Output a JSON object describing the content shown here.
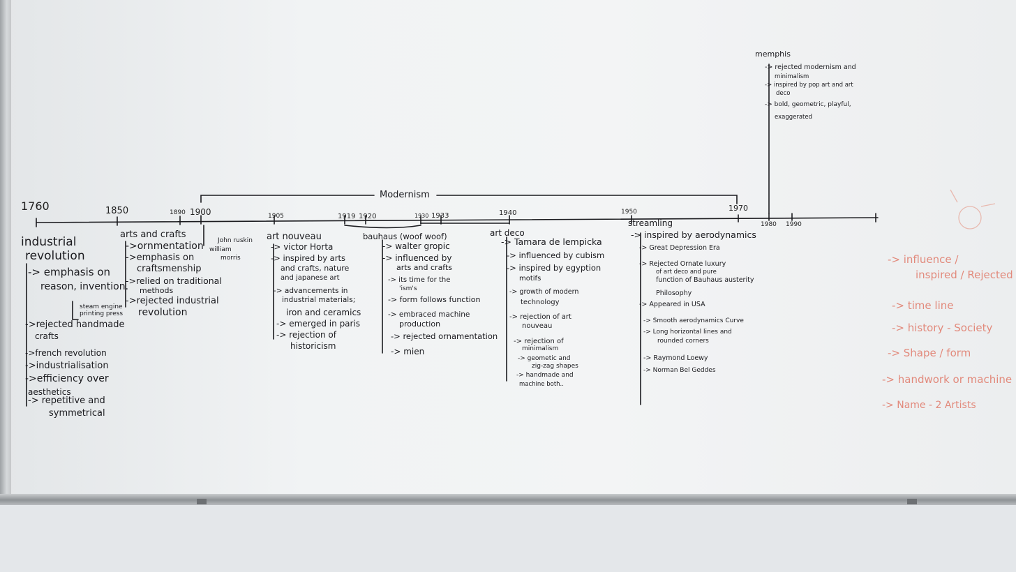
{
  "timeline": {
    "years": {
      "y1760": "1760",
      "y1850": "1850",
      "y1890": "1890",
      "y1900": "1900",
      "y1905": "1905",
      "y1919": "1919",
      "y1920": "1920",
      "y1930": "1930",
      "y1933": "1933",
      "y1940": "1940",
      "y1950": "1950",
      "y1970": "1970",
      "y1980": "1980",
      "y1990": "1990"
    },
    "modernism_label": "Modernism"
  },
  "industrial": {
    "title_1": "industrial",
    "title_2": "revolution",
    "items": [
      "-> emphasis on",
      "reason, invention.",
      "steam engine",
      "printing press",
      "->rejected handmade",
      "crafts",
      "->french revolution",
      "->industrialisation",
      "->efficiency over",
      "aesthetics",
      "-> repetitive and",
      "symmetrical"
    ]
  },
  "arts_crafts": {
    "title": "arts and crafts",
    "items": [
      "->ornmentation",
      "->emphasis on",
      "craftsmenship",
      "->relied on traditional",
      "methods",
      "->rejected industrial",
      "revolution"
    ],
    "people": [
      "John ruskin",
      "william",
      "morris"
    ]
  },
  "art_nouveau": {
    "title": "art nouveau",
    "items": [
      "-> victor Horta",
      "-> inspired by arts",
      "and crafts, nature",
      "and japanese art",
      "-> advancements in",
      "industrial materials;",
      "iron and ceramics",
      "-> emerged in paris",
      "-> rejection of",
      "historicism"
    ]
  },
  "bauhaus": {
    "title": "bauhaus (woof woof)",
    "items": [
      "-> walter gropic",
      "-> influenced by",
      "arts and crafts",
      "-> its time for the",
      "'ism's",
      "-> form follows function",
      "-> embraced machine",
      "production",
      "-> rejected ornamentation",
      "-> mien"
    ]
  },
  "art_deco": {
    "title": "art deco",
    "items": [
      "-> Tamara de lempicka",
      "-> influenced by cubism",
      "-> inspired by egyption",
      "motifs",
      "-> growth of modern",
      "technology",
      "-> rejection of art",
      "nouveau",
      "-> rejection of",
      "minimalism",
      "-> geometic and",
      "zig-zag shapes",
      "-> handmade and",
      "machine both.."
    ]
  },
  "streamlining": {
    "title": "streamling",
    "items": [
      "-> inspired by aerodynamics",
      "-> Great Depression Era",
      "-> Rejected Ornate luxury",
      "of art deco and pure",
      "function of Bauhaus austerity",
      "Philosophy",
      "-> Appeared in USA",
      "-> Smooth aerodynamics Curve",
      "-> Long horizontal lines and",
      "rounded corners",
      "-> Raymond Loewy",
      "-> Norman Bel Geddes"
    ]
  },
  "memphis": {
    "title": "memphis",
    "items": [
      "-> rejected modernism and",
      "minimalism",
      "-> inspired by pop art and art",
      "deco",
      "-> bold, geometric, playful,",
      "exaggerated"
    ]
  },
  "red_notes": {
    "items": [
      "-> influence /",
      "inspired / Rejected",
      "-> time line",
      "-> history - Society",
      "-> Shape / form",
      "-> handwork or machine",
      "-> Name - 2 Artists"
    ]
  },
  "colors": {
    "board": "#eef0f1",
    "ink": "#1b1b1f",
    "red_marker": "#e28a7c",
    "tray": "#8f9396",
    "wall": "#e4e7ea"
  }
}
